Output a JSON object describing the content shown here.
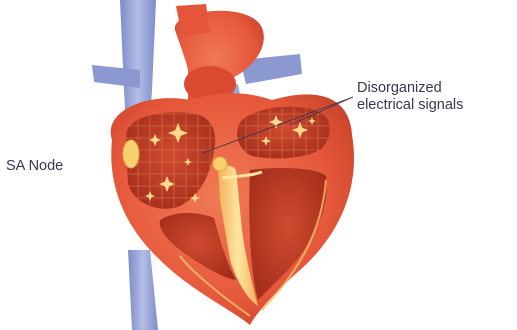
{
  "labels": {
    "sa_node": "SA Node",
    "disorganized_line1": "Disorganized",
    "disorganized_line2": "electrical signals"
  },
  "colors": {
    "heart_wall": "#e5573a",
    "heart_dark": "#c7432a",
    "chamber": "#b8321f",
    "vessel_blue": "#9aa6d8",
    "spark": "#ffd98a",
    "node": "#f8d170",
    "text": "#3a3550"
  }
}
